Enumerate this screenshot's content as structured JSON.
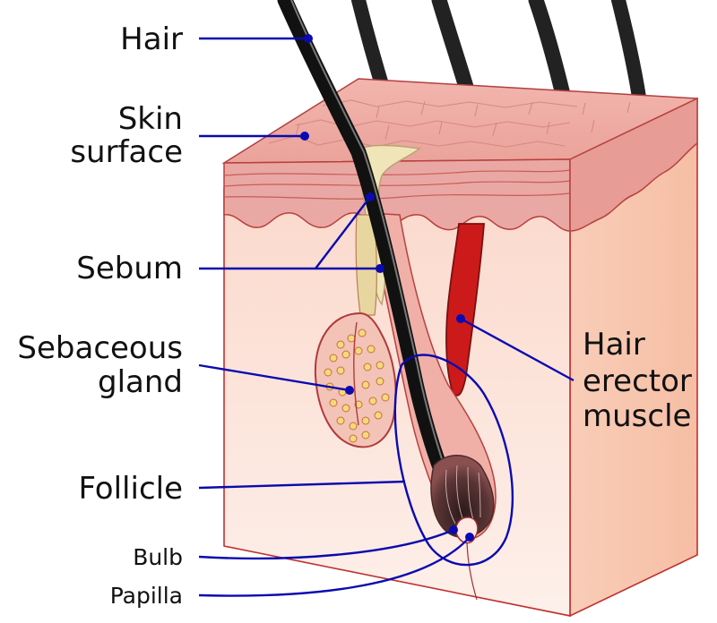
{
  "labels": {
    "hair": "Hair",
    "skin_surface_line1": "Skin",
    "skin_surface_line2": "surface",
    "sebum": "Sebum",
    "sebaceous_gland_line1": "Sebaceous",
    "sebaceous_gland_line2": "gland",
    "follicle": "Follicle",
    "bulb": "Bulb",
    "papilla": "Papilla",
    "hair_erector_muscle_line1": "Hair",
    "hair_erector_muscle_line2": "erector",
    "hair_erector_muscle_line3": "muscle"
  },
  "colors": {
    "leader_line": "#0a0ab0",
    "epidermis": "#e8a0a0",
    "dermis": "#fbe3d8",
    "hair": "#111111",
    "sebum": "#efe5b8",
    "muscle": "#cc1a1a"
  }
}
